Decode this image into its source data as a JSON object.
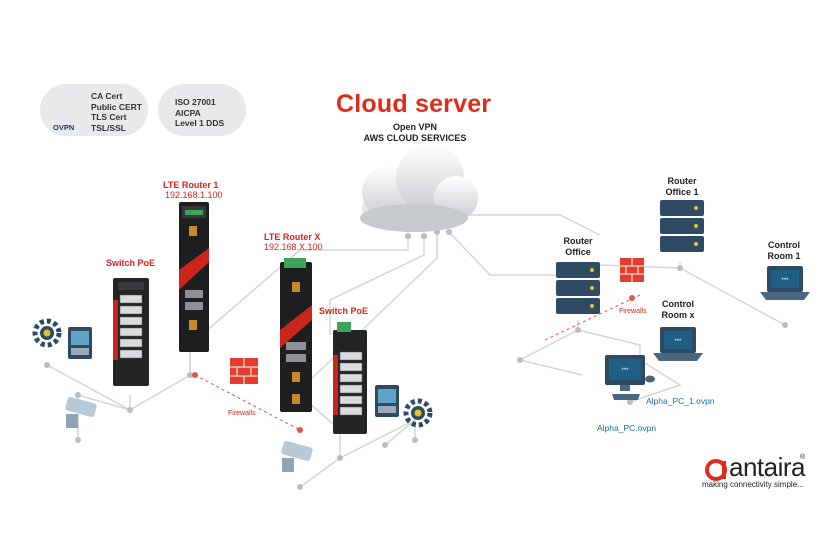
{
  "cert_panel": {
    "ovpn_label": "OVPN",
    "certs": "CA Cert\nPublic CERT\nTLS Cert\nTSL/SSL",
    "standards": "ISO 27001\nAICPA\nLevel 1 DDS"
  },
  "cloud": {
    "title": "Cloud server",
    "subtitle_line1": "Open VPN",
    "subtitle_line2": "AWS CLOUD SERVICES"
  },
  "left_site": {
    "router1_name": "LTE Router 1",
    "router1_ip": "192.168.1.100",
    "switch1_label": "Switch PoE",
    "routerx_name": "LTE Router X",
    "routerx_ip": "192.168.X.100",
    "switch2_label": "Switch PoE",
    "firewall_label": "Firewalls"
  },
  "right_site": {
    "router_office": "Router\nOffice",
    "router_office1": "Router\nOffice 1",
    "control_room1": "Control\nRoom 1",
    "control_roomx": "Control\nRoom x",
    "firewall_label": "Firewalls",
    "pc1_label": "Alpha_PC_1.ovpn",
    "pc_label": "Alpha_PC.ovpn"
  },
  "brand": {
    "name": "antaira",
    "registered": "®",
    "tagline": "making connectivity simple..."
  },
  "colors": {
    "accent_red": "#e02b1c",
    "line_gray": "#cfd2d6",
    "server_navy": "#2f4a63",
    "screen_blue": "#1f5f86"
  }
}
